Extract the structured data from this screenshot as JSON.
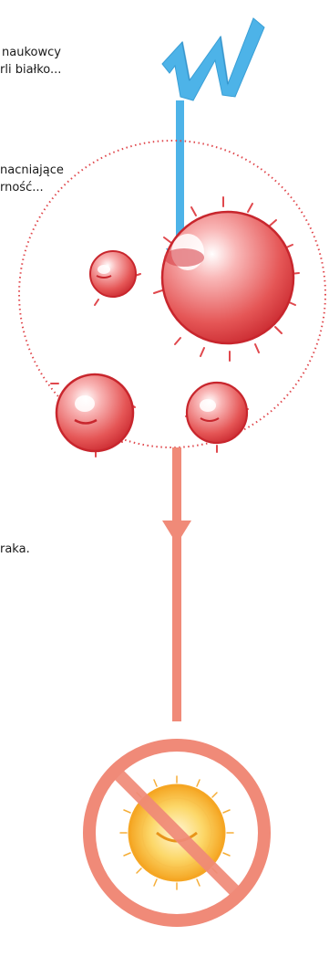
{
  "captions": {
    "scientists_line1": "naukowcy",
    "scientists_line2": "rli białko...",
    "strengthening_line1": "nacniające",
    "strengthening_line2": "rność...",
    "cancer_line1": "raka."
  },
  "colors": {
    "protein_blue": "#4db3e8",
    "cell_red": "#e0484d",
    "cell_light": "#fbd3d3",
    "arrow_salmon": "#f08a78",
    "sun_orange": "#f5a623",
    "sun_yellow": "#fcd86a"
  },
  "icons": {
    "protein": "protein-ribbon-icon",
    "cells": "cell-cluster-icon",
    "prohibited": "prohibited-sun-icon"
  }
}
